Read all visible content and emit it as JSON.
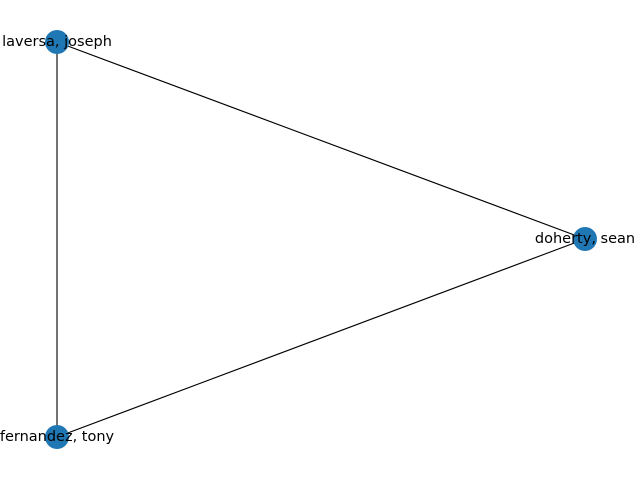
{
  "graph": {
    "node_color": "#1f77b4",
    "edge_color": "#000000",
    "nodes": [
      {
        "id": "laversa",
        "label": "laversa, joseph"
      },
      {
        "id": "doherty",
        "label": "doherty, sean"
      },
      {
        "id": "fernandez",
        "label": "fernandez, tony"
      }
    ],
    "edges": [
      {
        "source": "laversa",
        "target": "doherty"
      },
      {
        "source": "laversa",
        "target": "fernandez"
      },
      {
        "source": "doherty",
        "target": "fernandez"
      }
    ]
  }
}
